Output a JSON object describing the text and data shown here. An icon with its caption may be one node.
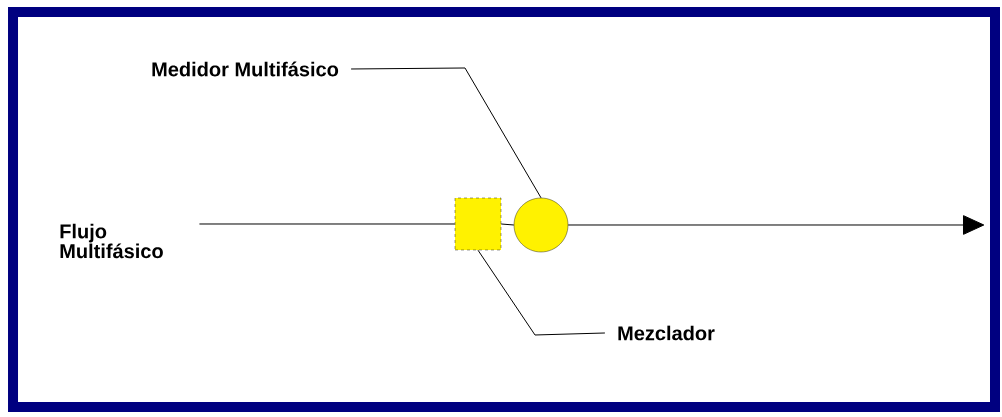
{
  "diagram": {
    "nodes": [
      {
        "text": [
          "Flujo Multifásico"
        ]
      },
      {
        "text": [
          "Medidor Multifásico"
        ]
      },
      {
        "text": [
          "Mezclador"
        ]
      },
      {
        "text": [],
        "shape": "box"
      },
      {
        "text": [],
        "shape": "circle"
      }
    ],
    "edges": [
      {
        "from": 0,
        "to": 3,
        "arrow": "none"
      },
      {
        "from": 3,
        "to": 4,
        "arrow": "none"
      },
      {
        "from": 4,
        "to": null,
        "arrow": "to"
      },
      {
        "from": 1,
        "to": 4,
        "arrow": "none"
      },
      {
        "from": 2,
        "to": 3,
        "arrow": "none"
      }
    ]
  }
}
